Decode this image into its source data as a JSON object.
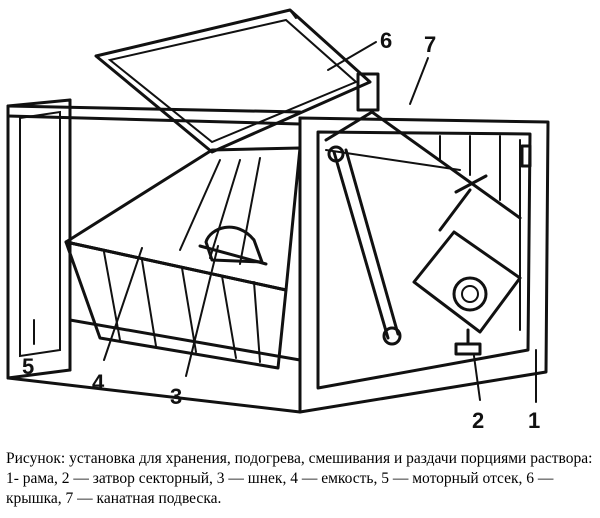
{
  "figure": {
    "callouts": [
      {
        "id": "1",
        "label": "1"
      },
      {
        "id": "2",
        "label": "2"
      },
      {
        "id": "3",
        "label": "3"
      },
      {
        "id": "4",
        "label": "4"
      },
      {
        "id": "5",
        "label": "5"
      },
      {
        "id": "6",
        "label": "6"
      },
      {
        "id": "7",
        "label": "7"
      }
    ]
  },
  "caption": {
    "text": "Рисунок: установка для хранения, подогрева, смешивания и раздачи порциями раствора: 1- рама, 2 — затвор секторный, 3 — шнек, 4 — емкость, 5 — моторный отсек, 6 — крышка, 7 — канатная подвеска."
  }
}
